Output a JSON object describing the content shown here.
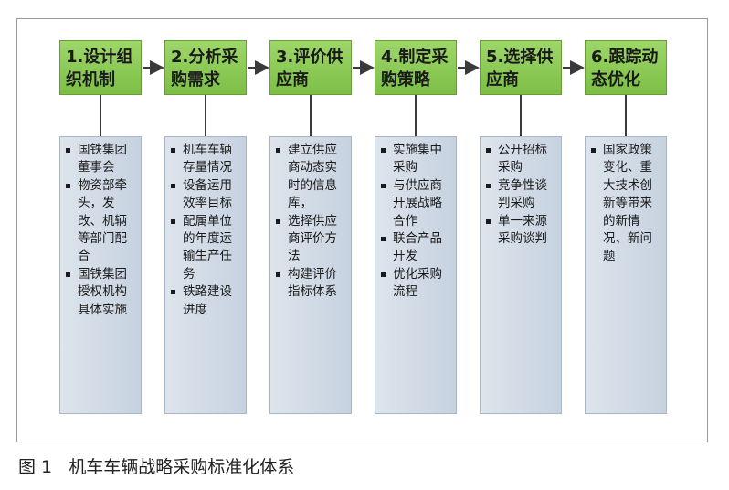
{
  "steps": [
    {
      "label": "1.设计组织机制",
      "items": [
        "国铁集团董事会",
        "物资部牵头，发改、机辆等部门配合",
        "国铁集团授权机构具体实施"
      ]
    },
    {
      "label": "2.分析采购需求",
      "items": [
        "机车车辆存量情况",
        "设备运用效率目标",
        "配属单位的年度运输生产任务",
        "铁路建设进度"
      ]
    },
    {
      "label": "3.评价供应商",
      "items": [
        "建立供应商动态实时的信息库，",
        "选择供应商评价方法",
        "构建评价指标体系"
      ]
    },
    {
      "label": "4.制定采购策略",
      "items": [
        "实施集中采购",
        "与供应商开展战略合作",
        "联合产品开发",
        "优化采购流程"
      ]
    },
    {
      "label": "5.选择供应商",
      "items": [
        "公开招标采购",
        "竞争性谈判采购",
        "单一来源采购谈判"
      ]
    },
    {
      "label": "6.跟踪动态优化",
      "items": [
        "国家政策变化、重大技术创新等带来的新情况、新问题"
      ]
    }
  ],
  "caption": "图 1   机车车辆战略采购标准化体系",
  "colors": {
    "step_fill": "#8fcb57",
    "detail_fill": "#d3dce7",
    "arrow": "#3a3a3a"
  }
}
